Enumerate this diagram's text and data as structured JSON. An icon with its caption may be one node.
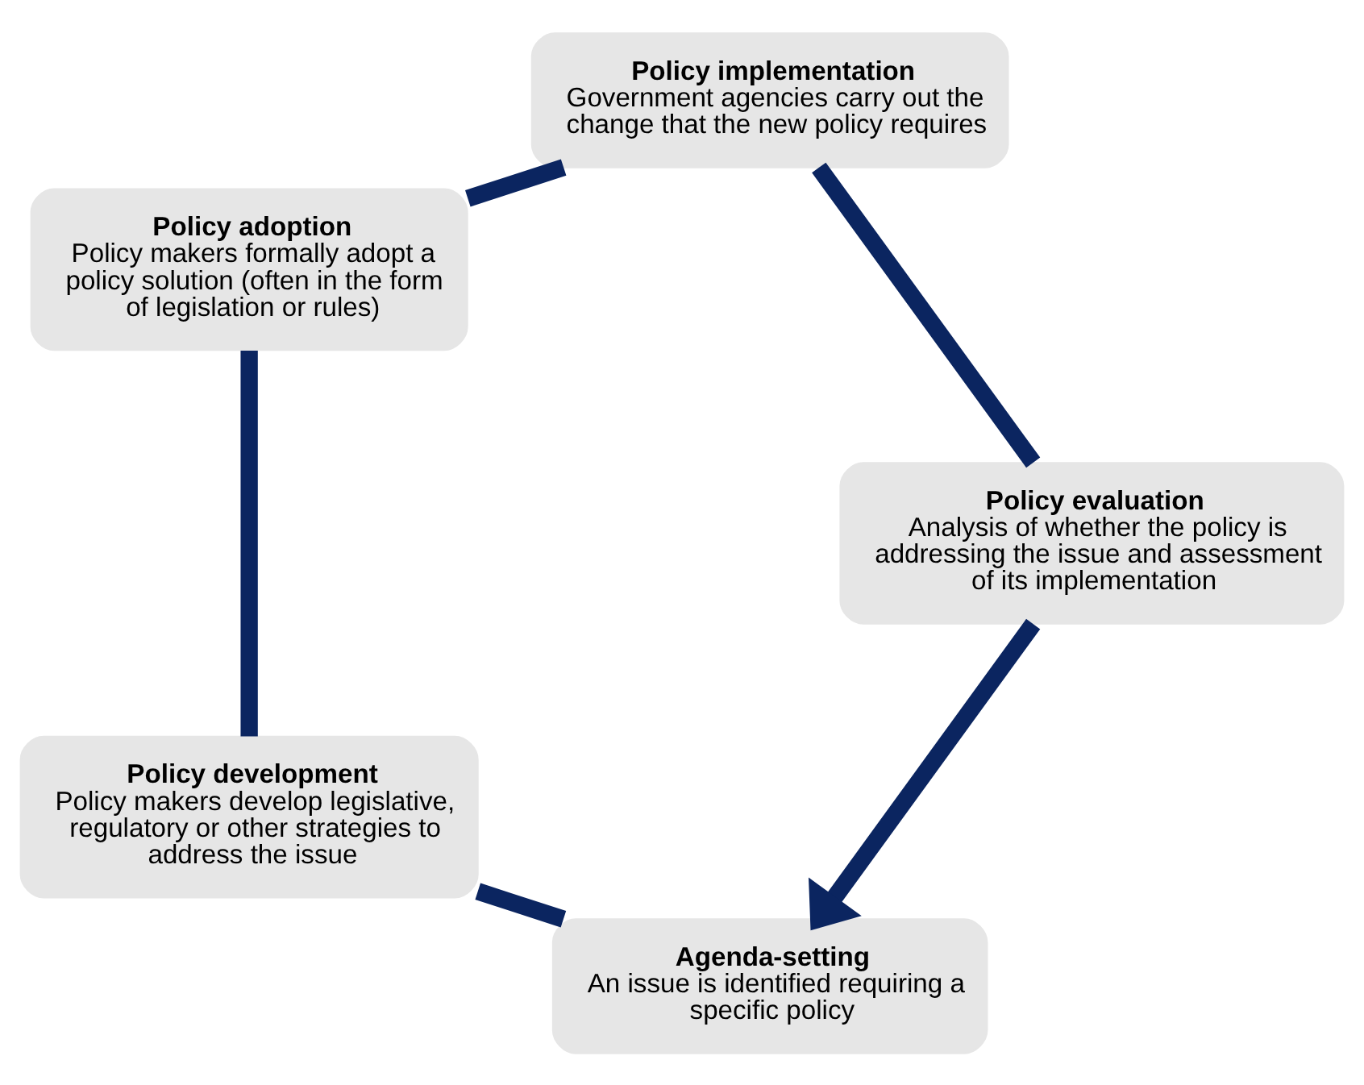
{
  "diagram": {
    "nodes": [
      {
        "text": [
          "Agenda-setting",
          "An issue is identified requiring a specific policy"
        ]
      },
      {
        "text": [
          "Policy development",
          "Policy makers develop legislative, regulatory or other strategies to address the issue"
        ]
      },
      {
        "text": [
          "Policy adoption",
          "Policy makers formally adopt a policy solution (often in the form of legislation or rules)"
        ]
      },
      {
        "text": [
          "Policy implementation",
          "Government agencies carry out the change that the new policy requires"
        ]
      },
      {
        "text": [
          "Policy evaluation",
          "Analysis of whether the policy is addressing the issue and assessment of its implementation"
        ]
      }
    ],
    "edges": [
      {
        "from": 0,
        "to": 1,
        "arrow": "none"
      },
      {
        "from": 1,
        "to": 2,
        "arrow": "none"
      },
      {
        "from": 2,
        "to": 3,
        "arrow": "none"
      },
      {
        "from": 3,
        "to": 4,
        "arrow": "none"
      },
      {
        "from": 4,
        "to": 0,
        "arrow": "to"
      }
    ]
  }
}
